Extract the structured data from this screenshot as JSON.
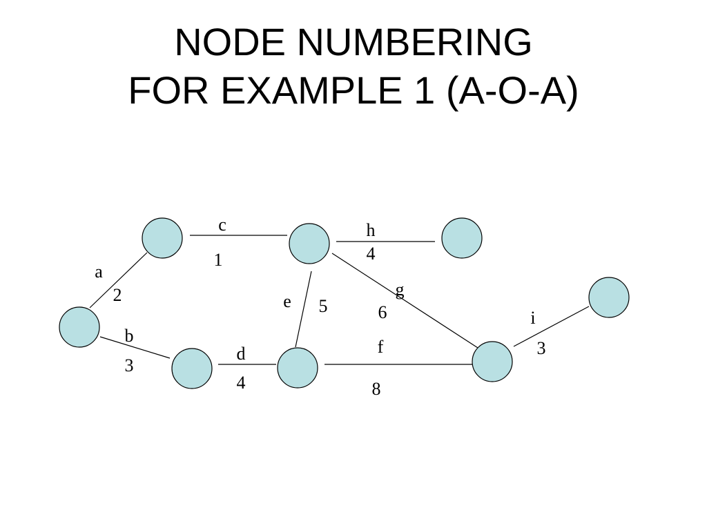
{
  "title": {
    "line1": "NODE NUMBERING",
    "line2": "FOR EXAMPLE 1 (A-O-A)"
  },
  "colors": {
    "node_fill": "#b9e0e3",
    "stroke": "#000000",
    "background": "#ffffff"
  },
  "edges": [
    {
      "activity": "a",
      "duration": "2"
    },
    {
      "activity": "b",
      "duration": "3"
    },
    {
      "activity": "c",
      "duration": "1"
    },
    {
      "activity": "d",
      "duration": "4"
    },
    {
      "activity": "e",
      "duration": "5"
    },
    {
      "activity": "f",
      "duration": "8"
    },
    {
      "activity": "g",
      "duration": "6"
    },
    {
      "activity": "h",
      "duration": "4"
    },
    {
      "activity": "i",
      "duration": "3"
    }
  ]
}
